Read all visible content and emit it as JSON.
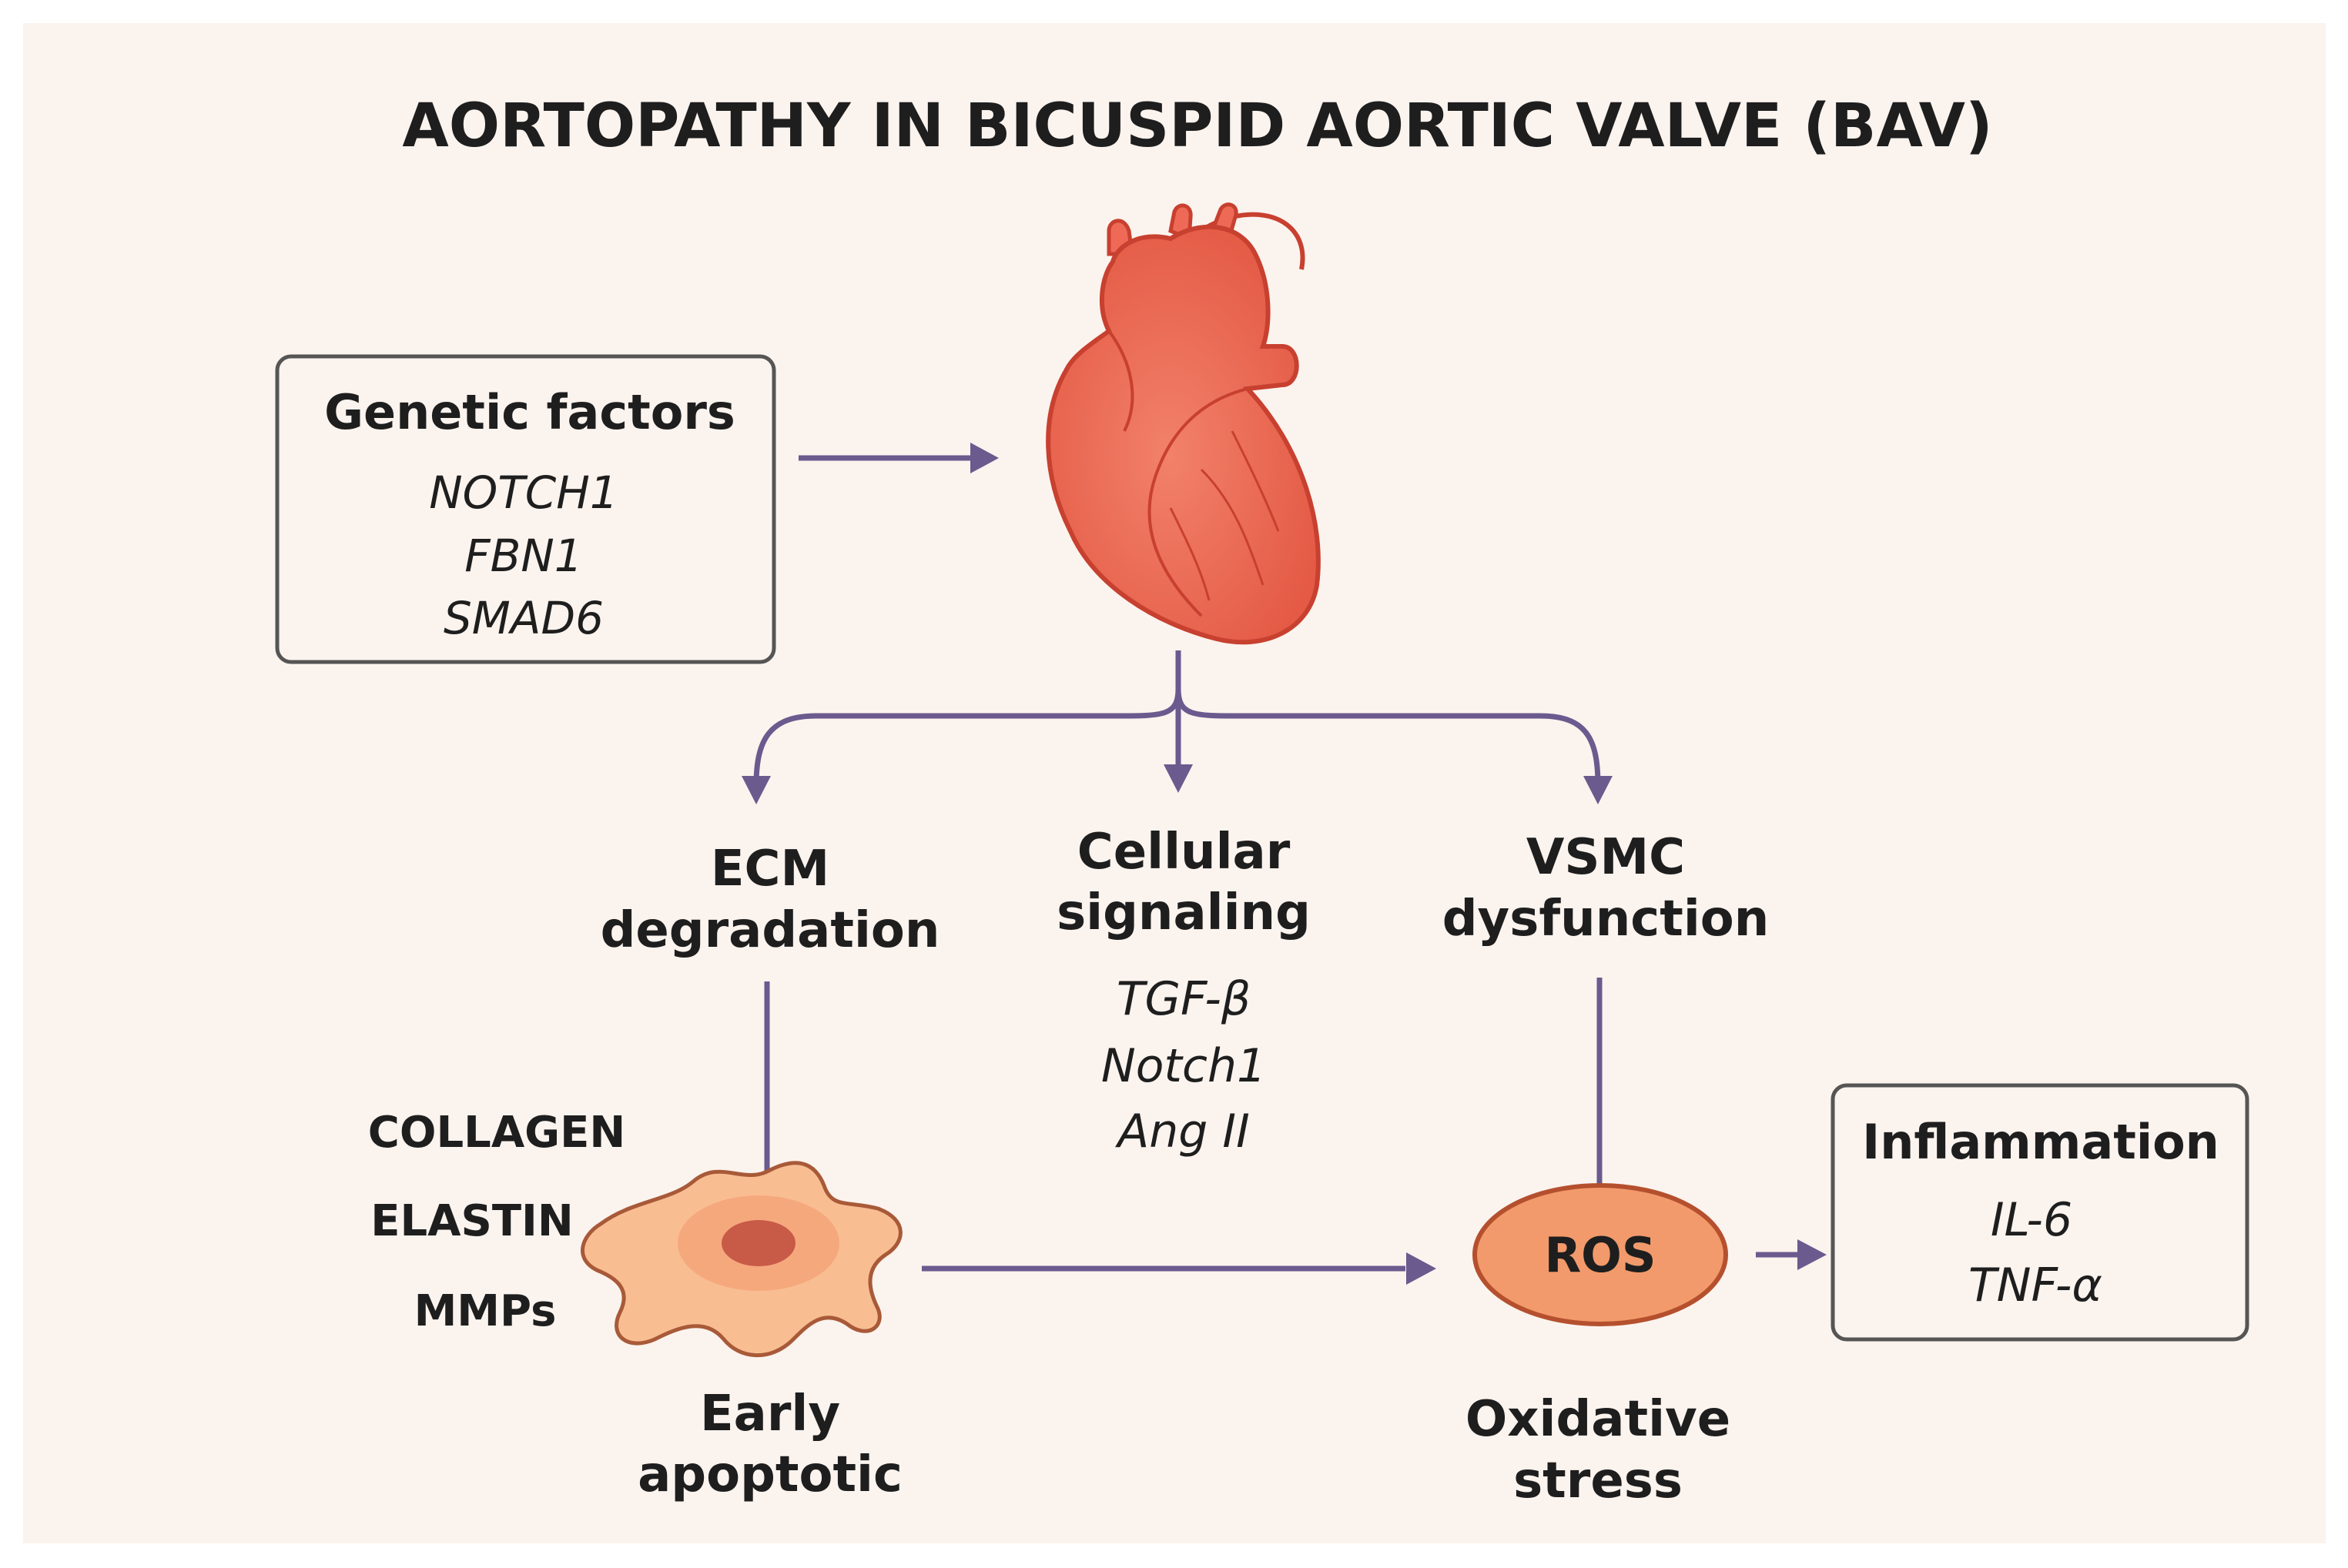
{
  "title": "AORTOPATHY IN BICUSPID AORTIC VALVE (BAV)",
  "colors": {
    "background": "#FBF3EE",
    "arrow": "#6A5A8E",
    "heart": "#EE6A57",
    "heart_dark": "#C8402F",
    "cell": "#F9B98A",
    "ros_fill": "#F29A6B",
    "box_border": "#555555"
  },
  "genetic_factors": {
    "heading": "Genetic factors",
    "genes": [
      "NOTCH1",
      "FBN1",
      "SMAD6"
    ]
  },
  "heart_icon": "heart-icon",
  "ecm": {
    "heading_line1": "ECM",
    "heading_line2": "degradation",
    "components": [
      "COLLAGEN",
      "ELASTIN",
      "MMPs"
    ]
  },
  "signaling": {
    "heading_line1": "Cellular",
    "heading_line2": "signaling",
    "molecules": [
      "TGF-β",
      "Notch1",
      "Ang II"
    ]
  },
  "vsmc": {
    "heading_line1": "VSMC",
    "heading_line2": "dysfunction"
  },
  "cell": {
    "icon": "apoptotic-cell-icon",
    "label_line1": "Early",
    "label_line2": "apoptotic"
  },
  "ros": {
    "label": "ROS",
    "caption_line1": "Oxidative",
    "caption_line2": "stress"
  },
  "inflammation": {
    "heading": "Inflammation",
    "markers": [
      "IL-6",
      "TNF-α"
    ]
  }
}
